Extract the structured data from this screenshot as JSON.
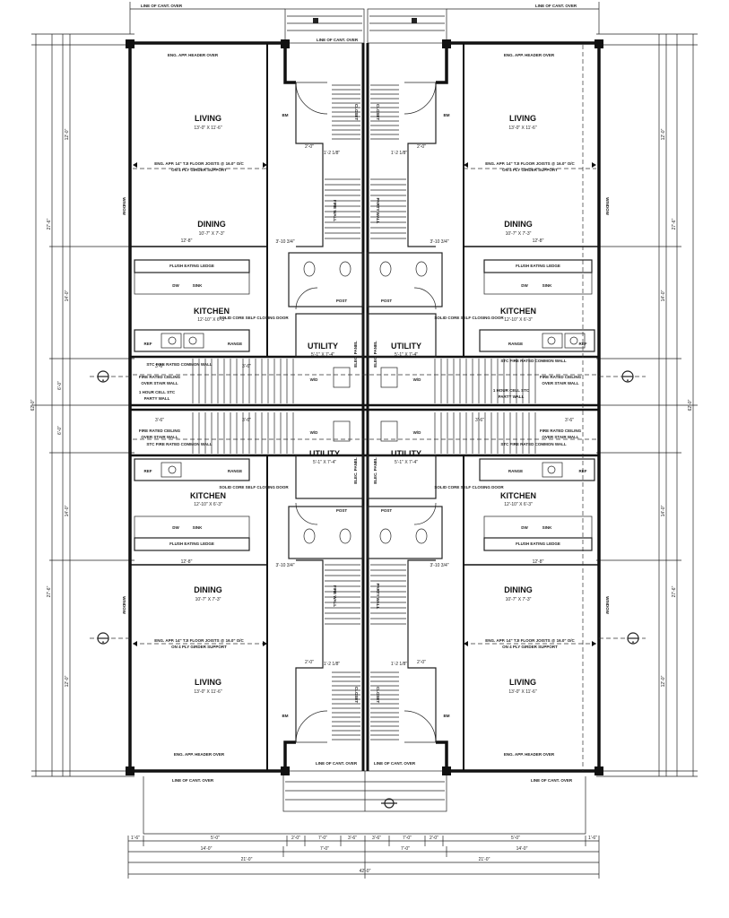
{
  "rooms": {
    "living": "LIVING",
    "living_size": "13'-0\" X 11'-6\"",
    "dining": "DINING",
    "dining_size": "10'-7\" X 7'-3\"",
    "kitchen": "KITCHEN",
    "kitchen_size": "12'-10\" X 6'-3\"",
    "utility": "UTILITY",
    "utility_size": "5'-1\" X 7'-4\""
  },
  "notes": {
    "line_of_cant_over": "LINE OF CANT. OVER",
    "eng_header_over": "ENG. APP. HEADER OVER",
    "floor_joists": "ENG. APP. 14\" TJI FLOOR JOISTS @ 16.0\" O/C",
    "dropped_beam": "ON 4 PLY GIRDER SUPPORT",
    "fire_rated_common_wall": "STC FIRE RATED COMMON WALL",
    "fire_rated_ceiling": "FIRE RATED CEILING",
    "over_stair_wall": "OVER STAIR WALL",
    "one_hour_party_wall": "1 HOUR CELL STC",
    "party_wall": "PARTY WALL",
    "flush_eating_ledge": "FLUSH EATING LEDGE",
    "closet": "CLOSET",
    "closing_door": "SOLID CORE SELF CLOSING DOOR",
    "elec_panel": "ELEC. PANEL",
    "wd": "W/D",
    "post": "POST",
    "fire_wall": "FIRE WALL",
    "cl": "CL.",
    "window_note": "WINDOW",
    "ref": "REF",
    "range": "RANGE",
    "sink": "SINK",
    "dw": "DW",
    "bm": "BM",
    "section_a": "A"
  },
  "dims": {
    "overall_height": "62'-0\"",
    "upper_half": "27'-6\"",
    "lower_half": "27'-6\"",
    "mid": "6'-0\"",
    "kitchen_depth": "14'-0\"",
    "living_depth": "12'-0\"",
    "bottom_total": "42'-0\"",
    "bottom_left": "21'-0\"",
    "bottom_right": "21'-0\"",
    "sub_left": "14'-0\"",
    "sub_right": "14'-0\"",
    "seg_a": "1'-6\"",
    "seg_b": "5'-0\"",
    "seg_c": "7'-0\"",
    "seg_d": "3'-10 3/4\"",
    "seg_e": "2'-0\"",
    "seg_f": "1'-2 1/8\"",
    "seg_g": "3'-6\"",
    "seg_h": "12'-8\""
  }
}
